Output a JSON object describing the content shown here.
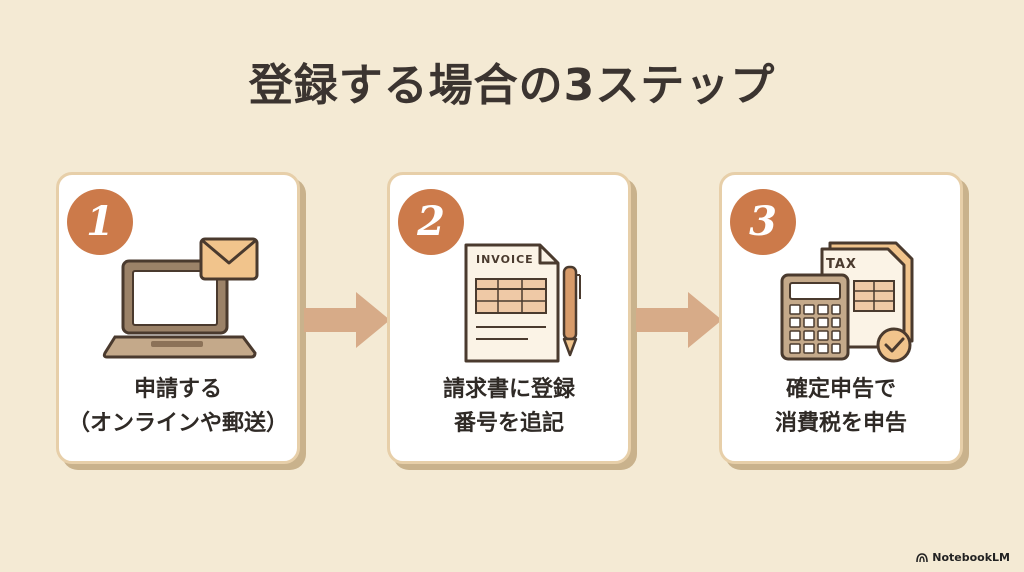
{
  "title": "登録する場合の3ステップ",
  "steps": [
    {
      "number": "1",
      "icon": "laptop-envelope-icon",
      "line1": "申請する",
      "line2": "（オンラインや郵送）"
    },
    {
      "number": "2",
      "icon": "invoice-pen-icon",
      "invoice_text": "INVOICE",
      "line1": "請求書に登録",
      "line2": "番号を追記"
    },
    {
      "number": "3",
      "icon": "calculator-tax-icon",
      "tax_text": "TAX",
      "line1": "確定申告で",
      "line2": "消費税を申告"
    }
  ],
  "brand": "NotebookLM",
  "colors": {
    "background": "#f4ead4",
    "accent": "#cc7a4a",
    "arrow": "#d7ab88",
    "card_border": "#e7cfa9"
  }
}
